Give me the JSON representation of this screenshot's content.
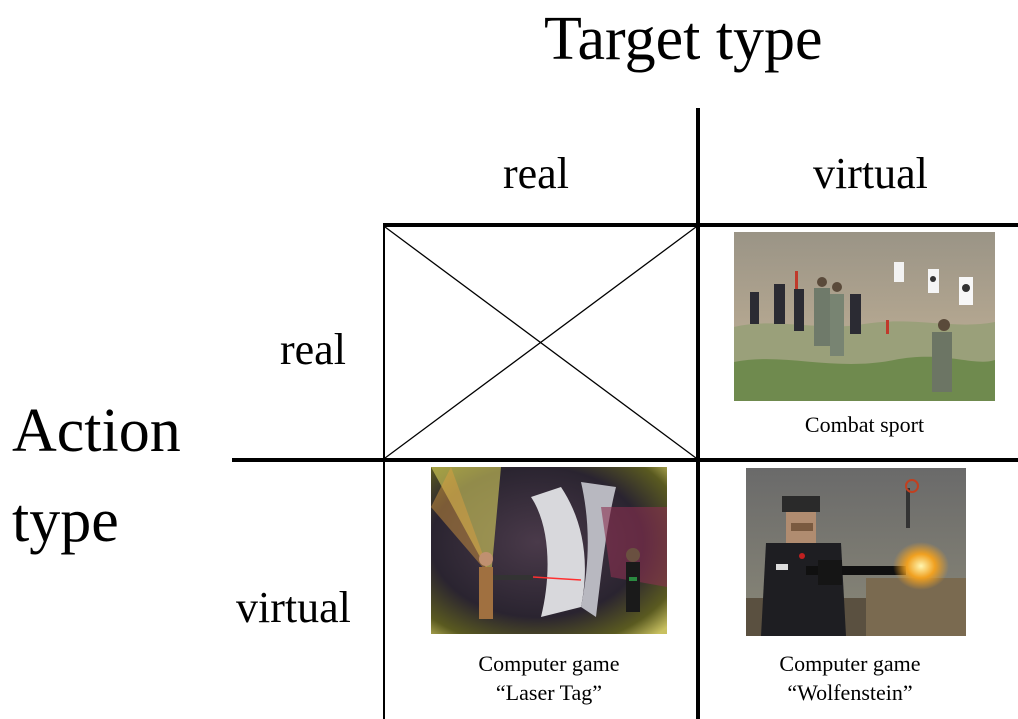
{
  "diagram": {
    "top_title": "Target type",
    "side_title_line1": "Action",
    "side_title_line2": "type",
    "columns": [
      "real",
      "virtual"
    ],
    "rows": [
      "real",
      "virtual"
    ],
    "cells": {
      "real_real": {
        "empty": true
      },
      "real_virtual": {
        "caption": "Combat sport",
        "image": "shooting-range-photo"
      },
      "virtual_real": {
        "caption_line1": "Computer game",
        "caption_line2": "“Laser Tag”",
        "image": "laser-tag-photo"
      },
      "virtual_virtual": {
        "caption_line1": "Computer game",
        "caption_line2": "“Wolfenstein”",
        "image": "wolfenstein-screenshot"
      }
    }
  }
}
